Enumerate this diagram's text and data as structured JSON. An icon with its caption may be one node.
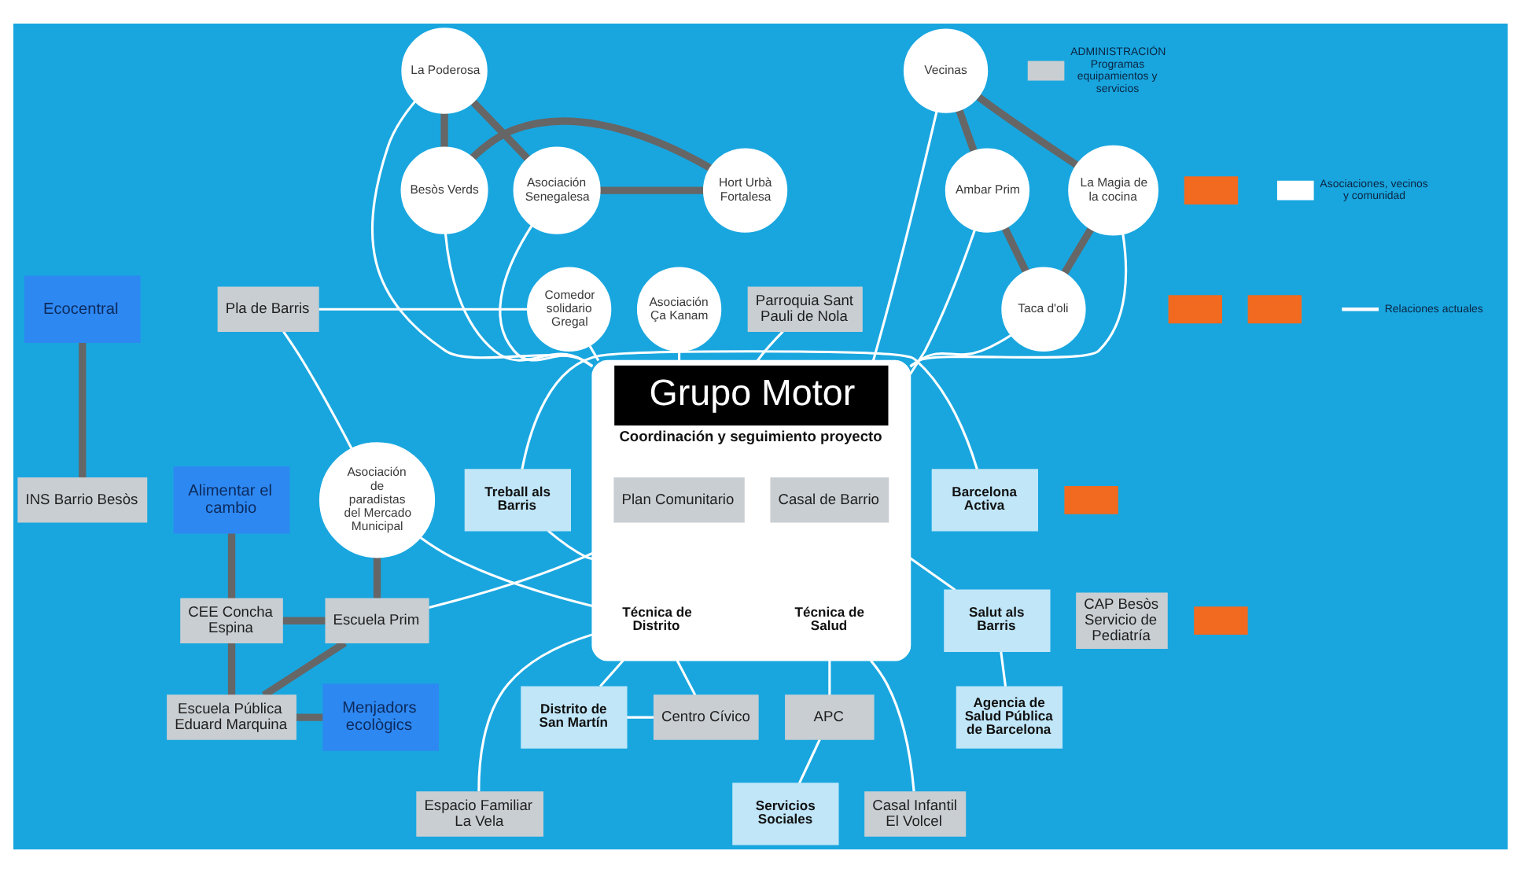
{
  "diagram": {
    "nodes": [
      {
        "text": [
          "Grupo Motor",
          "Coordinación y seguimiento proyecto"
        ]
      },
      {
        "text": [
          "Plan Comunitario"
        ],
        "in": 0
      },
      {
        "text": [
          "Casal de Barrio"
        ],
        "in": 0
      },
      {
        "text": [
          "Técnica de Distrito"
        ],
        "in": 0
      },
      {
        "text": [
          "Técnica de Salud"
        ],
        "in": 0
      },
      {
        "text": [
          "La Poderosa"
        ]
      },
      {
        "text": [
          "Asociación Senegalesa"
        ]
      },
      {
        "text": [
          "Hort Urbà Fortalesa"
        ]
      },
      {
        "text": [
          "Besòs Verds"
        ]
      },
      {
        "text": [
          "La Magia de la cocina"
        ]
      },
      {
        "text": [
          "Vecinas"
        ]
      },
      {
        "text": [
          "Ambar Prim"
        ]
      },
      {
        "text": [
          "Taca d'oli"
        ]
      },
      {
        "text": [
          "Parroquia Sant Pauli de Nola"
        ]
      },
      {
        "text": [
          "Asociación Ça Kanam"
        ]
      },
      {
        "text": [
          "Ecocentral"
        ]
      },
      {
        "text": [
          "Comedor solidario Gregal"
        ]
      },
      {
        "text": [
          "Pla de Barris"
        ]
      },
      {
        "text": [
          "Asociación de paradistas del Mercado Municipal"
        ]
      },
      {
        "text": [
          "Alimentar el cambio"
        ]
      },
      {
        "text": [
          "INS Barrio Besòs"
        ]
      },
      {
        "text": [
          "CEE Concha Espina"
        ]
      },
      {
        "text": [
          "Escuela Prim"
        ]
      },
      {
        "text": [
          "Escuela Pública Eduard Marquina"
        ]
      },
      {
        "text": [
          "Menjadors ecològics"
        ]
      },
      {
        "text": [
          "Treball als Barris"
        ]
      },
      {
        "text": [
          "Barcelona Activa"
        ]
      },
      {
        "text": [
          "CAP Besòs Servicio de Pediatría"
        ]
      },
      {
        "text": [
          "Salut als Barris"
        ]
      },
      {
        "text": [
          "Agencia de Salud Pública de Barcelona"
        ]
      },
      {
        "text": [
          "Centro Cívico"
        ]
      },
      {
        "text": [
          "Espacio Familiar La Vela"
        ]
      },
      {
        "text": [
          "Casal Infantil El Volcel"
        ]
      },
      {
        "text": [
          "APC"
        ]
      },
      {
        "text": [
          "Servicios Sociales"
        ]
      },
      {
        "text": [
          "Distrito de San Martín"
        ]
      },
      {
        "text": [],
        "shape": "box"
      },
      {
        "text": [],
        "shape": "box"
      },
      {
        "text": [],
        "shape": "box"
      },
      {
        "text": [],
        "shape": "box"
      },
      {
        "text": [],
        "shape": "box"
      }
    ],
    "edges": [
      {
        "from": 6,
        "to": 0,
        "arrow": "none"
      },
      {
        "from": 8,
        "to": 0,
        "arrow": "none"
      },
      {
        "from": 5,
        "to": 0,
        "arrow": "none"
      },
      {
        "from": 9,
        "to": 0,
        "arrow": "none"
      },
      {
        "from": 10,
        "to": 0,
        "arrow": "none"
      },
      {
        "from": 11,
        "to": 0,
        "arrow": "none"
      },
      {
        "from": 12,
        "to": 0,
        "arrow": "none"
      },
      {
        "from": 13,
        "to": 0,
        "arrow": "none"
      },
      {
        "from": 14,
        "to": 0,
        "arrow": "none"
      },
      {
        "from": 16,
        "to": 0,
        "arrow": "none"
      },
      {
        "from": 18,
        "to": 0,
        "arrow": "none"
      },
      {
        "from": 17,
        "to": 16,
        "arrow": "none"
      },
      {
        "from": 17,
        "to": 18,
        "arrow": "none"
      },
      {
        "from": 0,
        "to": 22,
        "arrow": "none"
      },
      {
        "from": 0,
        "to": 35,
        "arrow": "none"
      },
      {
        "from": 0,
        "to": 30,
        "arrow": "none"
      },
      {
        "from": 0,
        "to": 31,
        "arrow": "none"
      },
      {
        "from": 0,
        "to": 32,
        "arrow": "none"
      },
      {
        "from": 35,
        "to": 30,
        "arrow": "none"
      },
      {
        "from": 0,
        "to": 33,
        "arrow": "none"
      },
      {
        "from": 33,
        "to": 34,
        "arrow": "none"
      },
      {
        "from": 0,
        "to": 28,
        "arrow": "none"
      },
      {
        "from": 28,
        "to": 29,
        "arrow": "none"
      },
      {
        "from": 25,
        "to": 0,
        "arrow": "none"
      },
      {
        "from": 25,
        "to": 26,
        "arrow": "none"
      },
      {
        "from": 5,
        "to": 6,
        "arrow": "none",
        "style": "thick",
        "color": "#666666"
      },
      {
        "from": 6,
        "to": 7,
        "arrow": "none",
        "style": "thick",
        "color": "#666666"
      },
      {
        "from": 7,
        "to": 8,
        "arrow": "none",
        "style": "thick",
        "color": "#666666"
      },
      {
        "from": 5,
        "to": 8,
        "arrow": "none",
        "style": "thick",
        "color": "#666666"
      },
      {
        "from": 9,
        "to": 10,
        "arrow": "none",
        "style": "thick",
        "color": "#666666"
      },
      {
        "from": 10,
        "to": 11,
        "arrow": "none",
        "style": "thick",
        "color": "#666666"
      },
      {
        "from": 11,
        "to": 12,
        "arrow": "none",
        "style": "thick",
        "color": "#666666"
      },
      {
        "from": 9,
        "to": 12,
        "arrow": "none",
        "style": "thick",
        "color": "#666666"
      },
      {
        "from": 15,
        "to": 20,
        "arrow": "none",
        "style": "thick",
        "color": "#666666"
      },
      {
        "from": 19,
        "to": 21,
        "arrow": "none",
        "style": "thick",
        "color": "#666666"
      },
      {
        "from": 18,
        "to": 22,
        "arrow": "none",
        "style": "thick",
        "color": "#666666"
      },
      {
        "from": 21,
        "to": 22,
        "arrow": "none",
        "style": "thick",
        "color": "#666666"
      },
      {
        "from": 21,
        "to": 23,
        "arrow": "none",
        "style": "thick",
        "color": "#666666"
      },
      {
        "from": 22,
        "to": 23,
        "arrow": "none",
        "style": "thick",
        "color": "#666666"
      },
      {
        "from": 24,
        "to": 23,
        "arrow": "none",
        "style": "thick",
        "color": "#666666"
      }
    ],
    "legend": [
      {
        "text": "ADMINISTRACIÓN Programas equipamientos y servicios",
        "color": "#c9ced2"
      },
      {
        "text": "Asociaciones, vecinos y comunidad",
        "color": "#ffffff"
      },
      {
        "text": "Relaciones actuales"
      }
    ]
  }
}
